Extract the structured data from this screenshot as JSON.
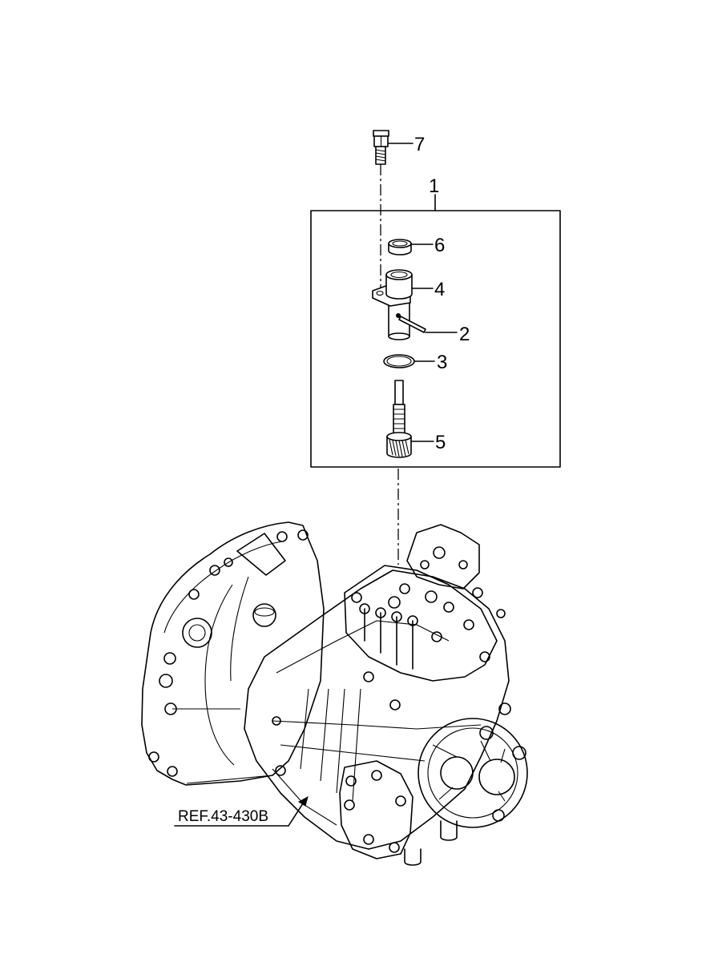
{
  "callouts": {
    "assembly": "1",
    "pin": "2",
    "o_ring": "3",
    "housing": "4",
    "driven_gear": "5",
    "cap": "6",
    "bolt": "7"
  },
  "reference_label": "REF.43-430B",
  "colors": {
    "line": "#000000",
    "background": "#ffffff"
  }
}
